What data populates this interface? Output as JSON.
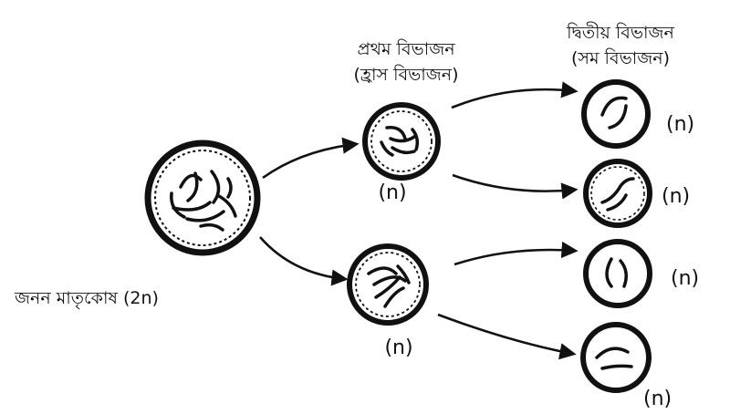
{
  "labels": {
    "mother_cell": "জনন মাতৃকোষ (2n)",
    "first_division_title": "প্রথম বিভাজন",
    "first_division_subtitle": "(হ্রাস বিভাজন)",
    "second_division_title": "দ্বিতীয় বিভাজন",
    "second_division_subtitle": "(সম বিভাজন)",
    "haploid_upper_mid": "(n)",
    "haploid_lower_mid": "(n)",
    "haploid_right_1": "(n)",
    "haploid_right_2": "(n)",
    "haploid_right_3": "(n)",
    "haploid_right_4": "(n)"
  }
}
